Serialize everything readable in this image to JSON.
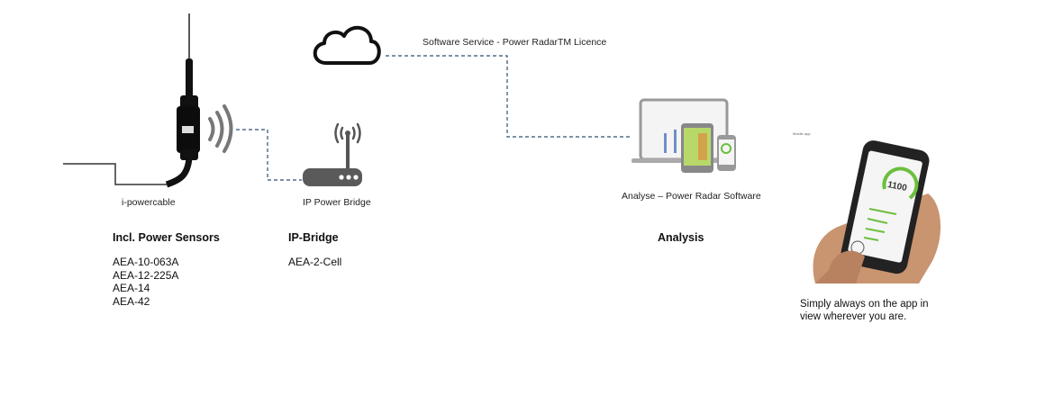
{
  "cloud_label": "Software Service - Power RadarTM Licence",
  "sensor": {
    "caption": "i-powercable",
    "heading": "Incl. Power Sensors",
    "models": [
      "AEA-10-063A",
      "AEA-12-225A",
      "AEA-14",
      "AEA-42"
    ]
  },
  "bridge": {
    "caption": "IP Power Bridge",
    "heading": "IP-Bridge",
    "models": [
      "AEA-2-Cell"
    ]
  },
  "software": {
    "caption": "Analyse – Power Radar Software",
    "heading": "Analysis"
  },
  "mobile": {
    "tiny_label": "Mobile app",
    "gauge_value": "1100",
    "description_line1": "Simply always on the app in",
    "description_line2": "view wherever you are."
  },
  "colors": {
    "connector": "#2f4f70",
    "icon": "#555555",
    "gauge_green": "#6cbf3c"
  }
}
